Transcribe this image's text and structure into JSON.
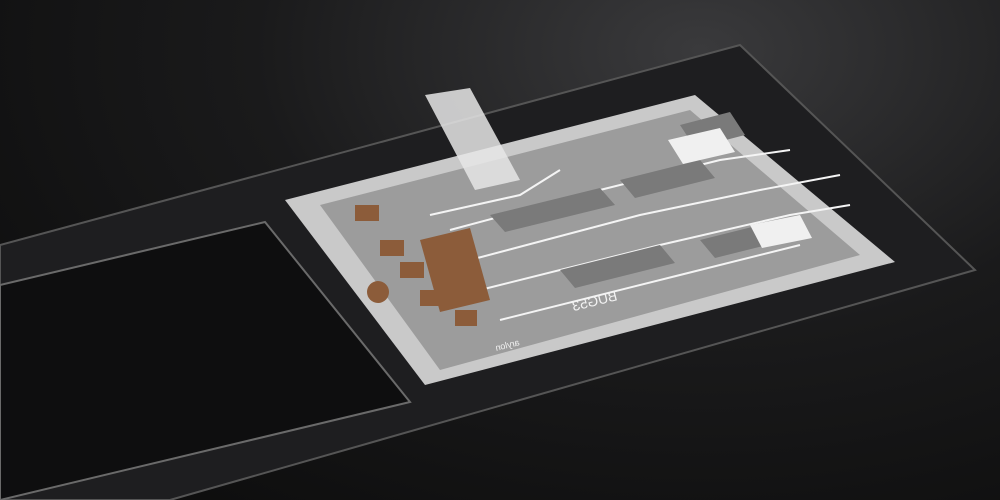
{
  "image": {
    "subject": "printed flexible circuit on a dark glass panel",
    "labels": {
      "part_code": "BUG53",
      "brand_mark": "arylon"
    },
    "colors": {
      "background": "#111112",
      "glass": "#1c1c1e",
      "circuit_grey": "#9a9a9a",
      "trace_white": "#f2f2f2",
      "pad_copper": "#8a5a3a"
    }
  }
}
